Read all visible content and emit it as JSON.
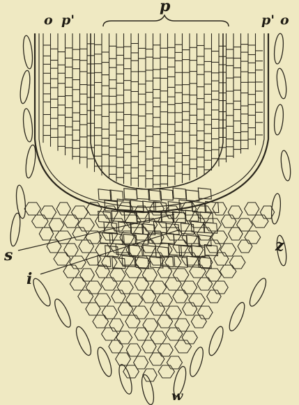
{
  "labels": {
    "o_left": "o",
    "p_prime_left": "p'",
    "p_top": "p",
    "p_prime_right": "p'",
    "o_right": "o",
    "s": "s",
    "i": "i",
    "z": "z",
    "w": "w"
  },
  "colors": {
    "paper": "#efe9c2",
    "ink": "#2a261c"
  }
}
